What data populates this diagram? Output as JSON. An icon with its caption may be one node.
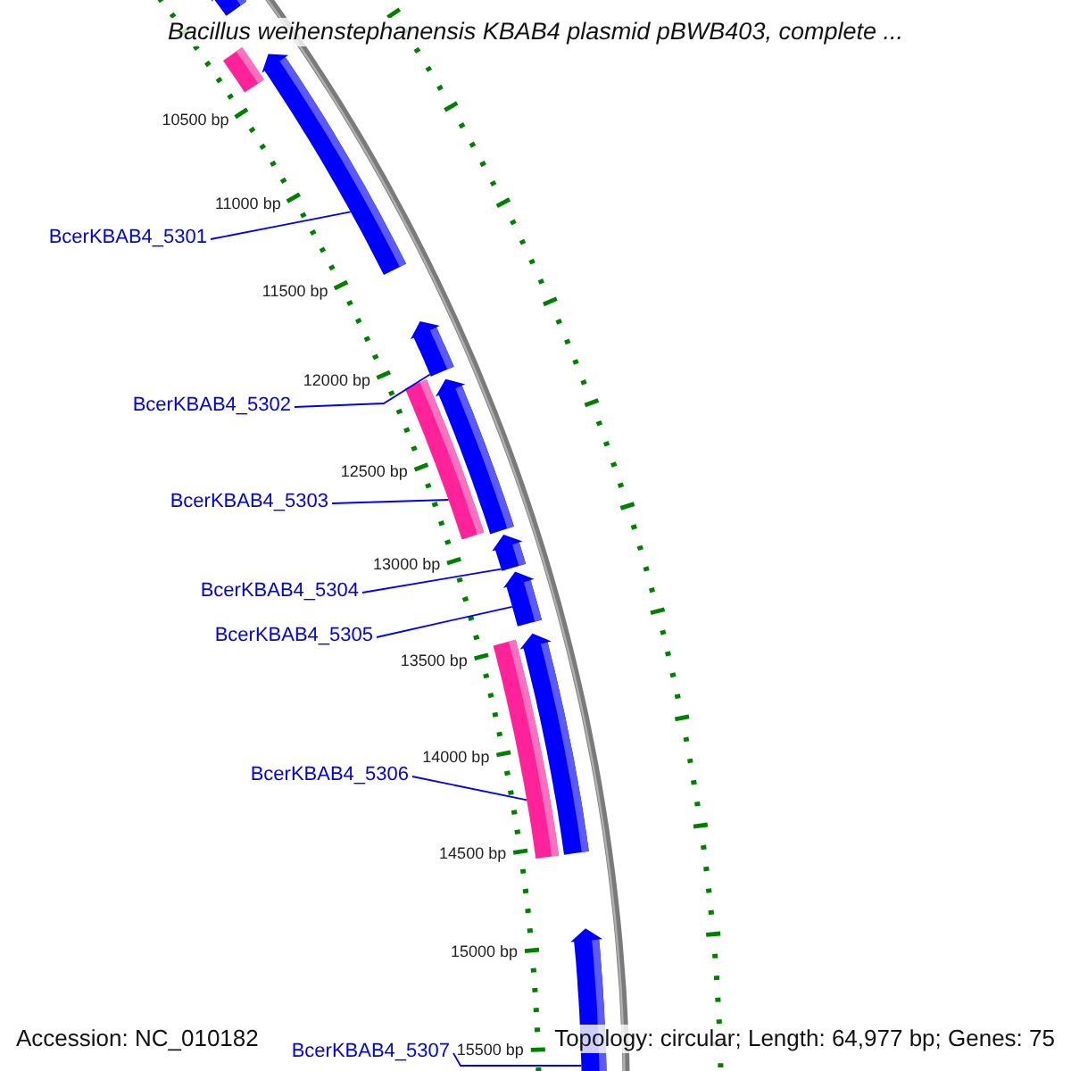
{
  "diagram": {
    "title": "Bacillus weihenstephanensis KBAB4 plasmid pBWB403, complete ...",
    "nodes": [
      {
        "text": [],
        "shape": "bar"
      },
      {
        "text": [],
        "shape": "pentagon"
      },
      {
        "text": [
          "BcerKBAB4_5301"
        ]
      },
      {
        "text": [],
        "shape": "pentagon"
      },
      {
        "text": [],
        "shape": "pentagon"
      },
      {
        "text": [
          "BcerKBAB4_5302"
        ]
      },
      {
        "text": [],
        "shape": "pentagon"
      },
      {
        "text": [],
        "shape": "bar"
      },
      {
        "text": [
          "BcerKBAB4_5303"
        ]
      },
      {
        "text": [
          "BcerKBAB4_5304"
        ]
      },
      {
        "text": [],
        "shape": "pentagon"
      },
      {
        "text": [
          "BcerKBAB4_5305"
        ]
      },
      {
        "text": [],
        "shape": "pentagon"
      },
      {
        "text": [],
        "shape": "bar"
      },
      {
        "text": [],
        "shape": "pentagon"
      },
      {
        "text": [
          "BcerKBAB4_5306"
        ]
      },
      {
        "text": [
          "BcerKBAB4_5307"
        ]
      },
      {
        "text": [],
        "shape": "pentagon"
      }
    ],
    "edges": [
      {
        "from": 2,
        "to": 3,
        "arrow": "none"
      },
      {
        "from": 5,
        "to": 4,
        "arrow": "none"
      },
      {
        "from": 8,
        "to": 7,
        "arrow": "none"
      },
      {
        "from": 9,
        "to": 10,
        "arrow": "none"
      },
      {
        "from": 11,
        "to": 12,
        "arrow": "none"
      },
      {
        "from": 15,
        "to": 13,
        "arrow": "none"
      },
      {
        "from": 16,
        "to": 17,
        "arrow": "none"
      }
    ],
    "labels": [
      "10500 bp",
      "11000 bp",
      "11500 bp",
      "12000 bp",
      "12500 bp",
      "13000 bp",
      "13500 bp",
      "14000 bp",
      "14500 bp",
      "15000 bp",
      "15500 bp",
      "Accession: NC_010182",
      "Topology: circular; Length: 64,977 bp; Genes: 75"
    ]
  }
}
